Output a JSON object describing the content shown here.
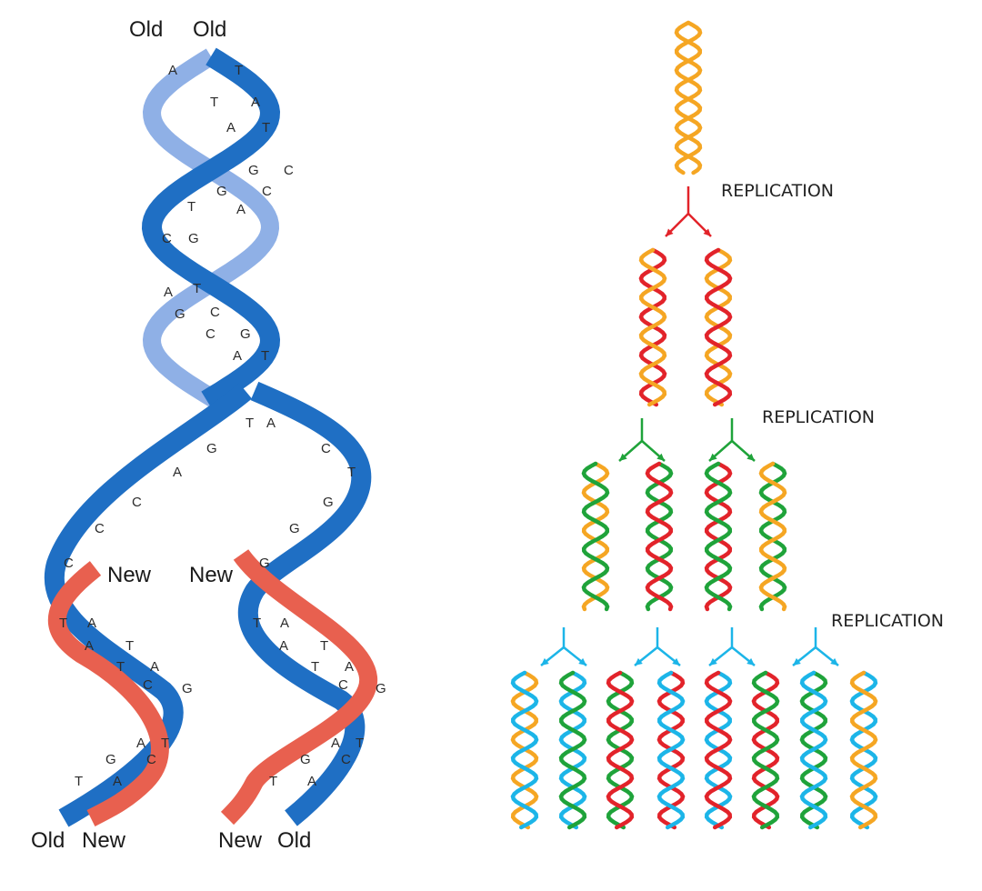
{
  "left_panel": {
    "top_labels": [
      "Old",
      "Old"
    ],
    "middle_labels": [
      "New",
      "New"
    ],
    "bottom_labels": [
      "Old",
      "New",
      "New",
      "Old"
    ],
    "base_letters": [
      "A",
      "T",
      "T",
      "A",
      "A",
      "T",
      "G",
      "C",
      "G",
      "C",
      "T",
      "A",
      "C",
      "G",
      "A",
      "T",
      "G",
      "C",
      "C",
      "G",
      "A",
      "T",
      "T",
      "A",
      "G",
      "C",
      "A",
      "T",
      "C",
      "G",
      "C",
      "G",
      "C",
      "G",
      "T",
      "A",
      "A",
      "T",
      "T",
      "A",
      "C",
      "G",
      "A",
      "T",
      "G",
      "C",
      "T",
      "A",
      "T",
      "A",
      "A",
      "T",
      "T",
      "A",
      "C",
      "G",
      "A",
      "T",
      "G",
      "C",
      "T",
      "A"
    ]
  },
  "right_panel": {
    "replication_labels": [
      "REPLICATION",
      "REPLICATION",
      "REPLICATION"
    ],
    "generations": [
      [
        [
          "orange",
          "orange"
        ]
      ],
      [
        [
          "red",
          "orange"
        ],
        [
          "orange",
          "red"
        ]
      ],
      [
        [
          "orange",
          "green"
        ],
        [
          "green",
          "red"
        ],
        [
          "red",
          "green"
        ],
        [
          "green",
          "orange"
        ]
      ],
      [
        [
          "orange",
          "blue"
        ],
        [
          "blue",
          "green"
        ],
        [
          "green",
          "red"
        ],
        [
          "red",
          "blue"
        ],
        [
          "blue",
          "red"
        ],
        [
          "red",
          "green"
        ],
        [
          "green",
          "blue"
        ],
        [
          "blue",
          "orange"
        ]
      ]
    ],
    "arrow_colors": [
      "red",
      "green",
      "blue"
    ]
  },
  "colors": {
    "orange": "#f5a623",
    "red": "#e2232a",
    "green": "#1fa33a",
    "blue": "#1cb5e8",
    "old_strand": "#1f6fc4",
    "new_strand": "#e8604f"
  }
}
